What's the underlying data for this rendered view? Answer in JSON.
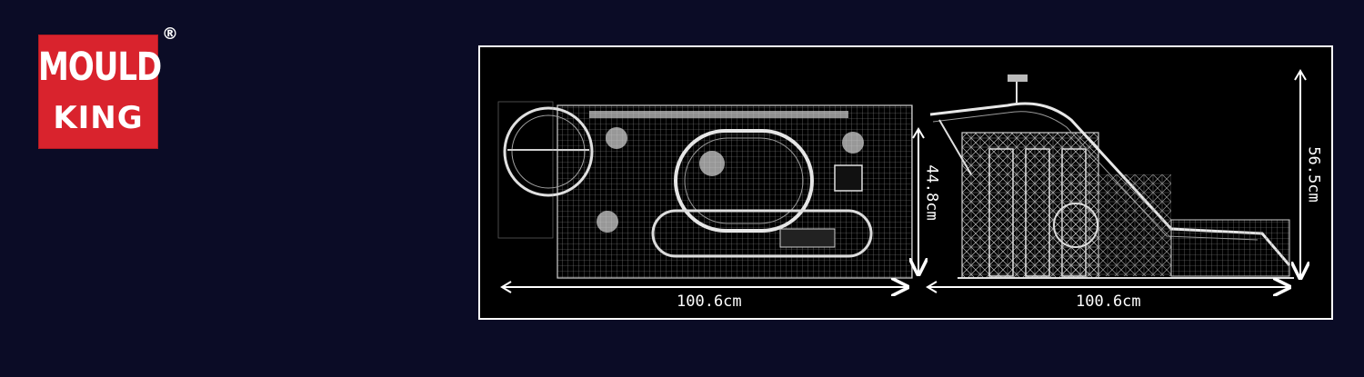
{
  "brand": {
    "line1": "MOULD",
    "line2": "KING",
    "registered": "®",
    "color": "#d9232d"
  },
  "dimensions": {
    "top_view_width": "100.6cm",
    "top_view_depth": "44.8cm",
    "side_view_width": "100.6cm",
    "side_view_height": "56.5cm"
  },
  "colors": {
    "background": "#0b0c26",
    "panel": "#000000",
    "line": "#ffffff"
  }
}
